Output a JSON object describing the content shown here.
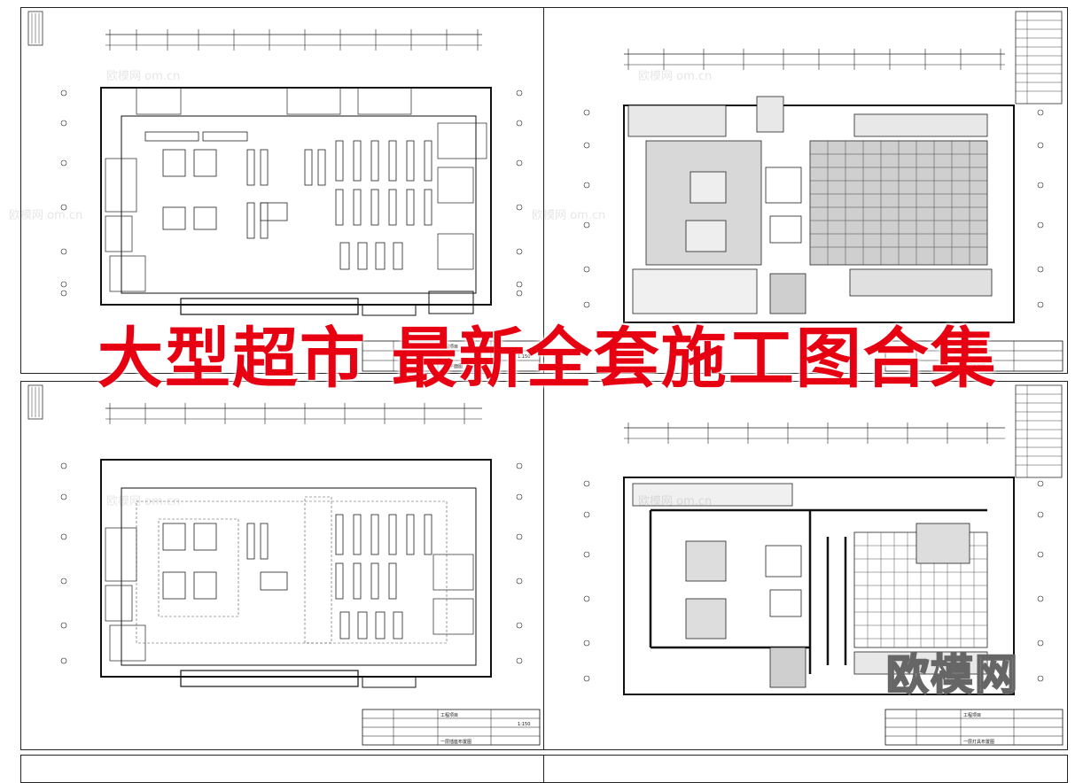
{
  "headline": "大型超市 最新全套施工图合集",
  "watermark_brand": "欧模网",
  "watermark_repeat": "欧模网 om.cn",
  "sheets": [
    {
      "id": "A",
      "title_block": {
        "project": "工程项目",
        "drawing": "一层平面图",
        "scale": "1:150"
      }
    },
    {
      "id": "B",
      "title_block": {
        "project": "工程项目",
        "drawing": "一层天花图",
        "scale": ""
      }
    },
    {
      "id": "C",
      "title_block": {
        "project": "工程项目",
        "drawing": "一层插座布置图",
        "scale": "1:150"
      }
    },
    {
      "id": "D",
      "title_block": {
        "project": "工程项目",
        "drawing": "一层灯具布置图",
        "scale": ""
      }
    }
  ]
}
